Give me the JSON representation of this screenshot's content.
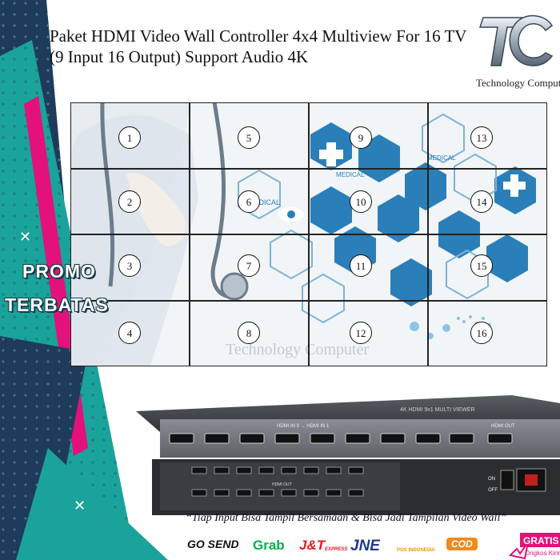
{
  "header": {
    "title_line1": "Paket HDMI Video Wall Controller 4x4 Multiview For 16 TV",
    "title_line2": "(9 Input 16 Output) Support Audio 4K"
  },
  "brand": {
    "monogram": "TC",
    "name": "Technology Computer",
    "watermark": "Technology Computer"
  },
  "video_wall": {
    "screens": [
      "1",
      "5",
      "9",
      "13",
      "2",
      "6",
      "10",
      "14",
      "3",
      "7",
      "11",
      "15",
      "4",
      "8",
      "12",
      "16"
    ],
    "medical_labels": [
      "MEDICAL",
      "MEDICAL",
      "MEDICAL"
    ]
  },
  "promo": {
    "line1": "PROMO",
    "line2": "TERBATAS"
  },
  "device": {
    "label_top": "4K HDMI 9x1 MULTI VIEWER",
    "hdmi_in_range": "HDMI IN 9 → HDMI IN 1",
    "hdmi_out_label": "HDMI OUT",
    "hdmi_out_bottom": "HDMI OUT",
    "power_on": "ON",
    "power_off": "OFF"
  },
  "tagline": "“Tiap Input Bisa Tampil Bersamaan & Bisa Jadi Tampilan Video Wall”",
  "couriers": {
    "gosend": "GO SEND",
    "grab": "Grab",
    "jnt": "J&T",
    "jnt_sub": "EXPRESS",
    "jne": "JNE",
    "pos": "POS INDONESIA",
    "cod": "COD",
    "gratis": "GRATIS",
    "gratis_sub": "Ongkos Kirim"
  },
  "colors": {
    "teal": "#1aa39a",
    "navy": "#1f3b5c",
    "magenta": "#e2127a",
    "medical_blue": "#2a7fb8"
  }
}
